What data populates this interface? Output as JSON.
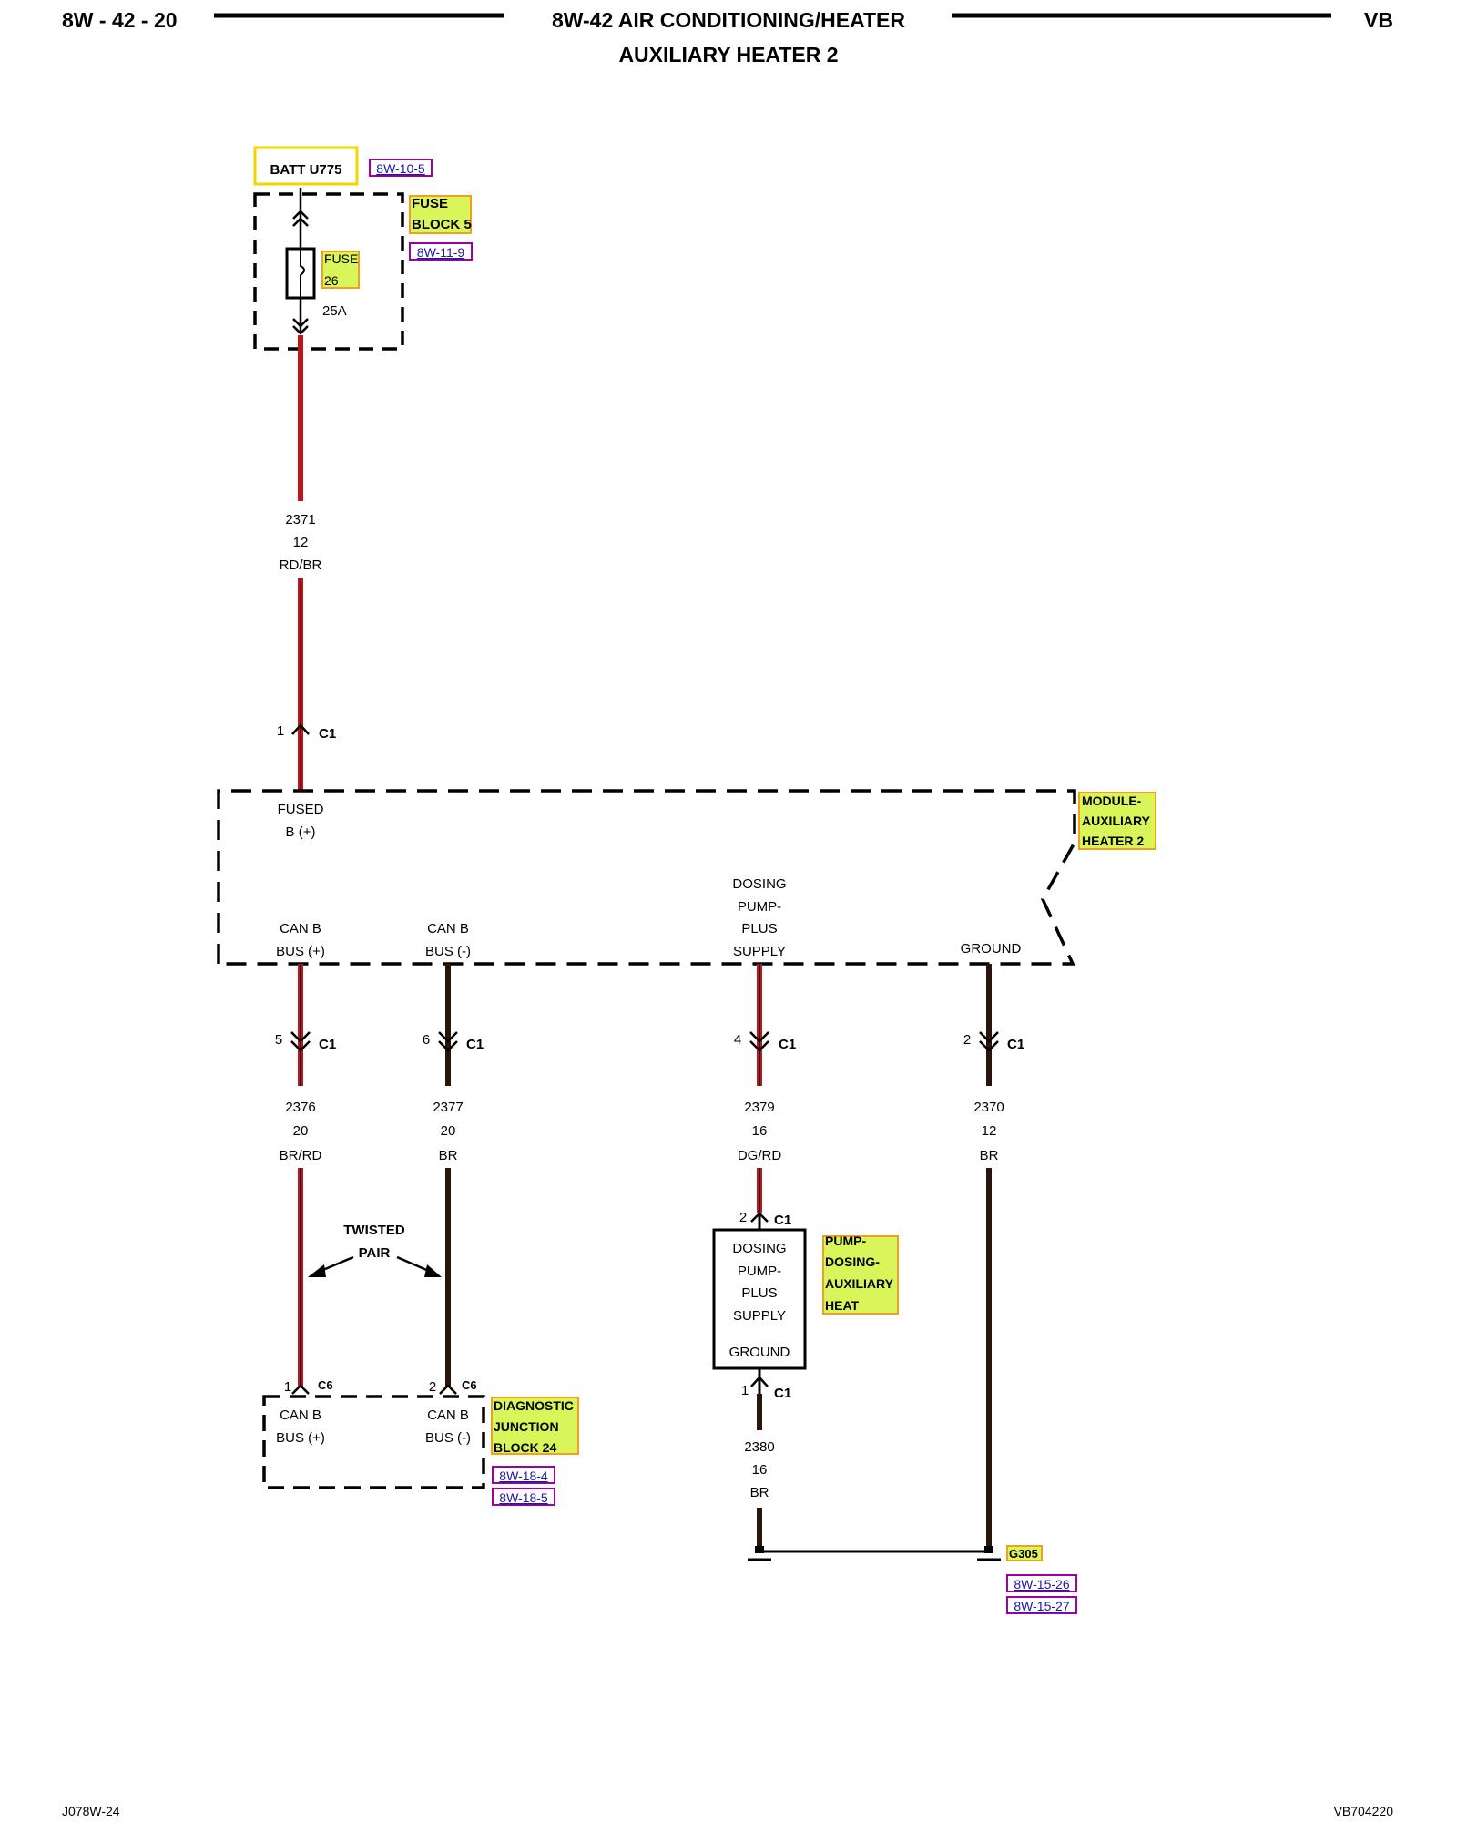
{
  "header": {
    "page_number": "8W - 42 - 20",
    "title": "8W-42 AIR CONDITIONING/HEATER",
    "subtitle": "AUXILIARY HEATER 2",
    "model": "VB"
  },
  "footer": {
    "left_code": "J078W-24",
    "right_code": "VB704220"
  },
  "colors": {
    "wire_red": "#c0141b",
    "wire_dark": "#111111",
    "highlight": "#d9f55a",
    "highlight_border": "#f0a020",
    "batt_border": "#f3d400",
    "link_color": "#1a1aa6",
    "link_border": "#a000a0"
  },
  "power": {
    "batt_label": "BATT U775",
    "batt_ref": "8W-10-5",
    "fuse_block_label_1": "FUSE",
    "fuse_block_label_2": "BLOCK 5",
    "fuse_block_ref": "8W-11-9",
    "fuse_label_1": "FUSE",
    "fuse_label_2": "26",
    "fuse_rating": "25A"
  },
  "wires": {
    "w2371": {
      "circuit": "2371",
      "gauge": "12",
      "color": "RD/BR"
    },
    "w2376": {
      "circuit": "2376",
      "gauge": "20",
      "color": "BR/RD"
    },
    "w2377": {
      "circuit": "2377",
      "gauge": "20",
      "color": "BR"
    },
    "w2379": {
      "circuit": "2379",
      "gauge": "16",
      "color": "DG/RD"
    },
    "w2370": {
      "circuit": "2370",
      "gauge": "12",
      "color": "BR"
    },
    "w2380": {
      "circuit": "2380",
      "gauge": "16",
      "color": "BR"
    }
  },
  "connectors": {
    "c1_pin1": {
      "pin": "1",
      "name": "C1"
    },
    "c1_pin5": {
      "pin": "5",
      "name": "C1"
    },
    "c1_pin6": {
      "pin": "6",
      "name": "C1"
    },
    "c1_pin4": {
      "pin": "4",
      "name": "C1"
    },
    "c1_pin2": {
      "pin": "2",
      "name": "C1"
    },
    "pump_pin2": {
      "pin": "2",
      "name": "C1"
    },
    "pump_pin1": {
      "pin": "1",
      "name": "C1"
    },
    "c6_pin1": {
      "pin": "1",
      "name": "C6"
    },
    "c6_pin2": {
      "pin": "2",
      "name": "C6"
    }
  },
  "module": {
    "label_1": "MODULE-",
    "label_2": "AUXILIARY",
    "label_3": "HEATER 2",
    "fused_1": "FUSED",
    "fused_2": "B (+)",
    "canp_1": "CAN B",
    "canp_2": "BUS (+)",
    "cann_1": "CAN B",
    "cann_2": "BUS (-)",
    "dose_1": "DOSING",
    "dose_2": "PUMP-",
    "dose_3": "PLUS",
    "dose_4": "SUPPLY",
    "ground": "GROUND"
  },
  "twisted_pair": {
    "line_1": "TWISTED",
    "line_2": "PAIR"
  },
  "pump": {
    "label_1": "PUMP-",
    "label_2": "DOSING-",
    "label_3": "AUXILIARY",
    "label_4": "HEAT",
    "in_1": "DOSING",
    "in_2": "PUMP-",
    "in_3": "PLUS",
    "in_4": "SUPPLY",
    "in_5": "GROUND"
  },
  "djb": {
    "label_1": "DIAGNOSTIC",
    "label_2": "JUNCTION",
    "label_3": "BLOCK 24",
    "ref_1": "8W-18-4",
    "ref_2": "8W-18-5",
    "canp_1": "CAN B",
    "canp_2": "BUS (+)",
    "cann_1": "CAN B",
    "cann_2": "BUS (-)"
  },
  "ground_point": {
    "label": "G305",
    "ref_1": "8W-15-26",
    "ref_2": "8W-15-27"
  }
}
